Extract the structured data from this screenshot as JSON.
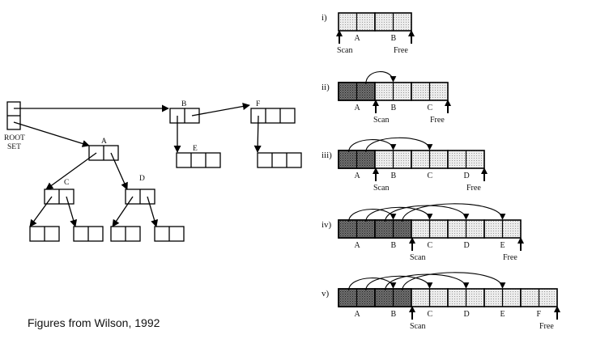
{
  "caption": "Figures from Wilson, 1992",
  "colors": {
    "ink": "#000000",
    "scanned_fill": "#8a8a8a",
    "copied_fill": "#e6e6e6",
    "empty_fill": "#ffffff"
  },
  "tree": {
    "root_label": [
      "ROOT",
      "SET"
    ],
    "nodes": [
      "A",
      "B",
      "C",
      "D",
      "E",
      "F"
    ]
  },
  "stages": [
    {
      "label": "i)",
      "objects": [
        "A",
        "B"
      ],
      "scanned": [],
      "scan_label": "Scan",
      "free_label": "Free"
    },
    {
      "label": "ii)",
      "objects": [
        "A",
        "B",
        "C"
      ],
      "scanned": [
        "A"
      ],
      "scan_label": "Scan",
      "free_label": "Free"
    },
    {
      "label": "iii)",
      "objects": [
        "A",
        "B",
        "C",
        "D"
      ],
      "scanned": [
        "A"
      ],
      "scan_label": "Scan",
      "free_label": "Free"
    },
    {
      "label": "iv)",
      "objects": [
        "A",
        "B",
        "C",
        "D",
        "E"
      ],
      "scanned": [
        "A",
        "B"
      ],
      "scan_label": "Scan",
      "free_label": "Free"
    },
    {
      "label": "v)",
      "objects": [
        "A",
        "B",
        "C",
        "D",
        "E",
        "F"
      ],
      "scanned": [
        "A",
        "B"
      ],
      "scan_label": "Scan",
      "free_label": "Free"
    }
  ]
}
